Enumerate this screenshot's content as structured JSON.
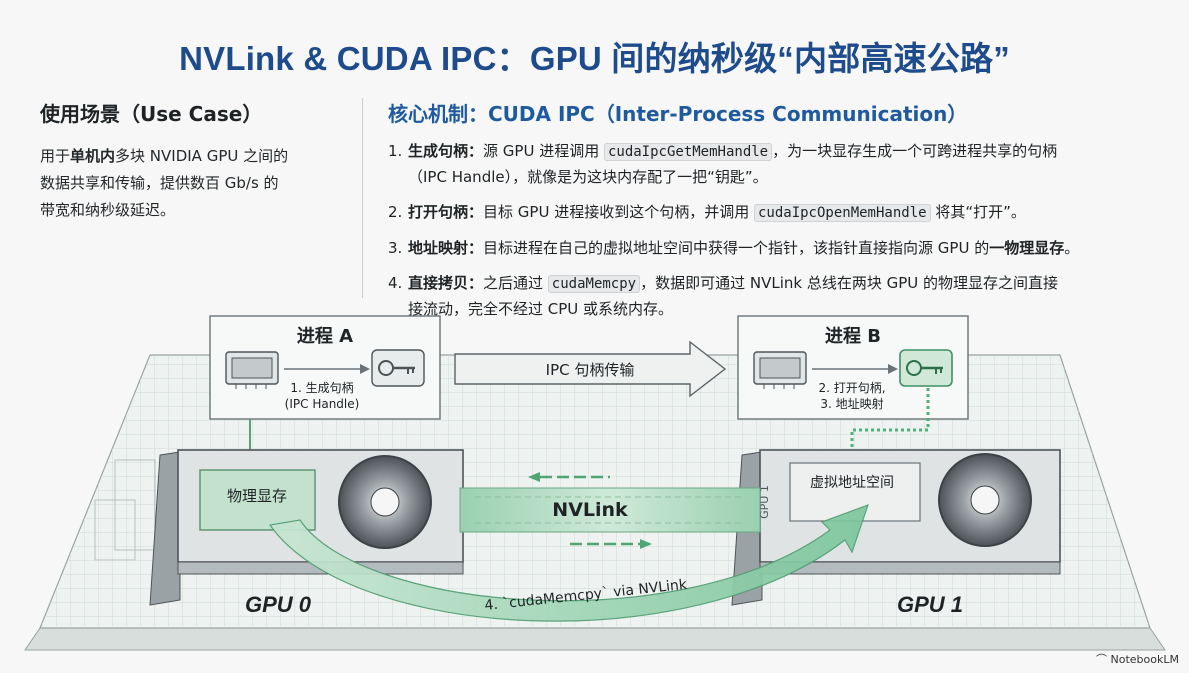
{
  "title": "NVLink & CUDA IPC：GPU 间的纳秒级“内部高速公路”",
  "use_case": {
    "heading": "使用场景（Use Case）",
    "line1_pre": "用于",
    "line1_bold": "单机内",
    "line1_post": "多块 NVIDIA GPU 之间的",
    "line2": "数据共享和传输，提供数百 Gb/s 的",
    "line3": "带宽和纳秒级延迟。"
  },
  "mechanism": {
    "heading": "核心机制：CUDA IPC（Inter-Process Communication）",
    "steps": [
      {
        "num": "1.",
        "title": "生成句柄：",
        "pre": "源 GPU 进程调用 ",
        "code": "cudaIpcGetMemHandle",
        "post": "，为一块显存生成一个可跨进程共享的句柄",
        "cont": "（IPC Handle），就像是为这块内存配了一把“钥匙”。"
      },
      {
        "num": "2.",
        "title": "打开句柄：",
        "pre": "目标 GPU 进程接收到这个句柄，并调用 ",
        "code": "cudaIpcOpenMemHandle",
        "post": " 将其“打开”。",
        "cont": ""
      },
      {
        "num": "3.",
        "title": "地址映射：",
        "pre": "目标进程在自己的虚拟地址空间中获得一个指针，该指针直接指向源 GPU 的",
        "bold_post": "一物理显存",
        "post": "。",
        "cont": ""
      },
      {
        "num": "4.",
        "title": "直接拷贝：",
        "pre": "之后通过 ",
        "code": "cudaMemcpy",
        "post": "，数据即可通过 NVLink 总线在两块 GPU 的物理显存之间直接",
        "cont": "接流动，完全不经过 CPU 或系统内存。"
      }
    ]
  },
  "diagram": {
    "process_a": "进程 A",
    "process_b": "进程 B",
    "a_step_line1": "1. 生成句柄",
    "a_step_line2": "(IPC Handle)",
    "b_step_line1": "2. 打开句柄,",
    "b_step_line2": "3. 地址映射",
    "ipc_transfer": "IPC 句柄传输",
    "nvlink": "NVLink",
    "phys_mem": "物理显存",
    "virt_space": "虚拟地址空间",
    "copy_label": "4. `cudaMemcpy` via NVLink",
    "gpu0": "GPU 0",
    "gpu1": "GPU 1",
    "card_side": "GPU 1"
  },
  "brand": "NotebookLM"
}
